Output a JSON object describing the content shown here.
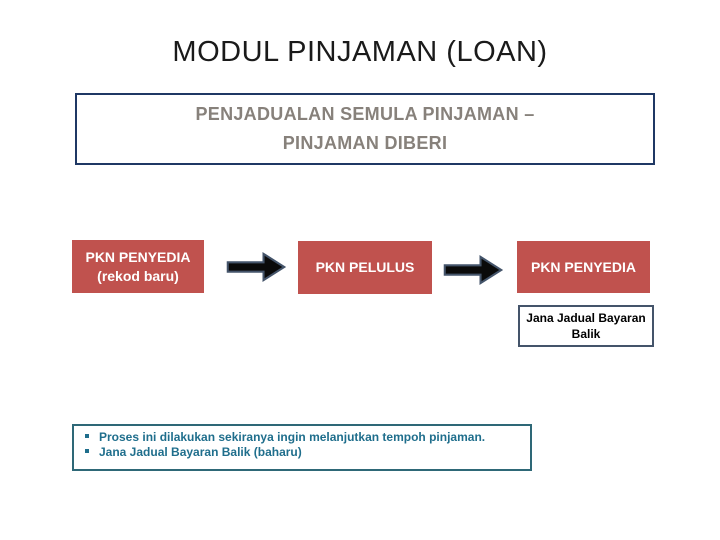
{
  "slide": {
    "title": "MODUL PINJAMAN (LOAN)",
    "subtitle": {
      "line1": "PENJADUALAN SEMULA PINJAMAN –",
      "line2": "PINJAMAN DIBERI"
    },
    "flow": {
      "box1_line1": "PKN PENYEDIA",
      "box1_line2": "(rekod baru)",
      "box2_label": "PKN PELULUS",
      "box3_label": "PKN PENYEDIA",
      "note_box_label": "Jana Jadual Bayaran Balik"
    },
    "notes": {
      "items": [
        "Proses ini dilakukan sekiranya ingin melanjutkan tempoh pinjaman.",
        "Jana Jadual Bayaran Balik (baharu)"
      ]
    },
    "colors": {
      "title_text": "#1A1A1A",
      "subtitle_border": "#1F3864",
      "subtitle_text": "#87817B",
      "process_box_fill": "#C0524E",
      "process_box_text": "#FFFFFF",
      "arrow_fill": "#0A0A0A",
      "arrow_outline": "#44546A",
      "note_box_border": "#44546A",
      "notes_box_border": "#2E6877",
      "notes_text": "#1F6E8C"
    }
  }
}
